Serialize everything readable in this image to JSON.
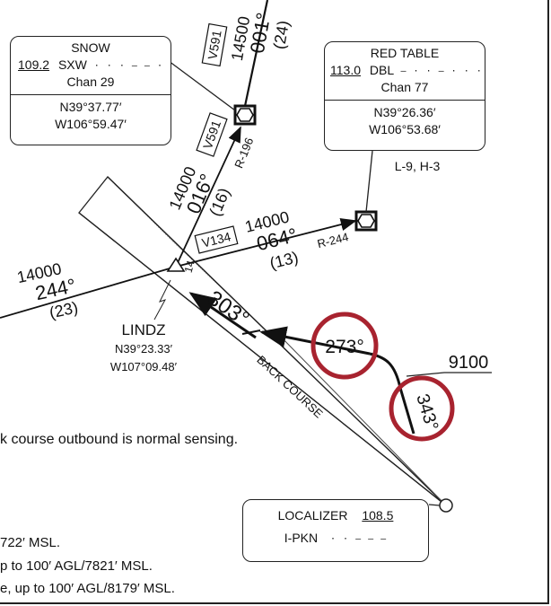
{
  "snow": {
    "name": "SNOW",
    "freq": "109.2",
    "ident": "SXW",
    "morse": "· · · – – ·",
    "chan": "Chan 29",
    "lat": "N39°37.77′",
    "lon": "W106°59.47′"
  },
  "red_table": {
    "name": "RED TABLE",
    "freq": "113.0",
    "ident": "DBL",
    "morse": "– · · – · · ·",
    "chan": "Chan 77",
    "lat": "N39°26.36′",
    "lon": "W106°53.68′",
    "charts": "L-9, H-3"
  },
  "localizer": {
    "label": "LOCALIZER",
    "freq": "108.5",
    "ident": "I-PKN",
    "morse": "· · – – –"
  },
  "lindz": {
    "name": "LINDZ",
    "lat": "N39°23.33′",
    "lon": "W107°09.48′"
  },
  "airways": {
    "v591_a": "V591",
    "v591_b": "V591",
    "v134": "V134"
  },
  "route_labels": {
    "top_alt": "14500",
    "top_course": "001°",
    "top_dist": "(24)",
    "mid_alt": "14000",
    "mid_course": "016°",
    "mid_dist": "(16)",
    "r196": "R-196",
    "east_alt": "14000",
    "east_course": "064°",
    "east_dist": "(13)",
    "r244": "R-244",
    "west_alt": "14000",
    "west_course": "244°",
    "west_dist": "(23)",
    "fix_num": "14",
    "course_303": "303°",
    "course_273": "273°",
    "course_343": "343°",
    "alt_9100": "9100",
    "back_course": "BACK COURSE"
  },
  "notes": {
    "line1": "k course outbound is normal sensing.",
    "line2": "722′ MSL.",
    "line3": "p to 100′ AGL/7821′ MSL.",
    "line4": "e, up to 100′ AGL/8179′ MSL."
  },
  "colors": {
    "highlight_circle": "#a8232f",
    "ink": "#111111"
  }
}
